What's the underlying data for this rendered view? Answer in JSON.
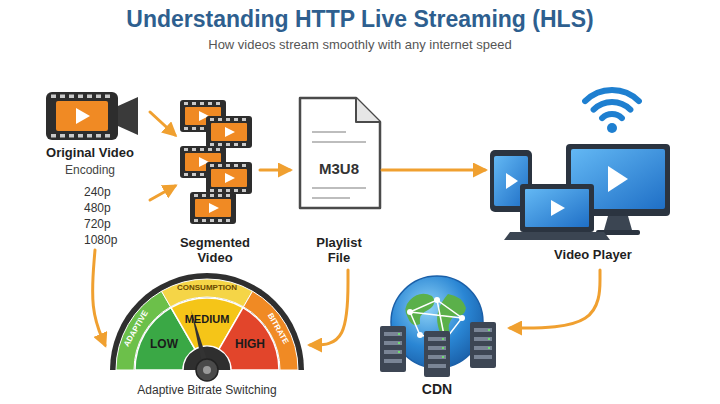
{
  "diagram": {
    "title": "Understanding HTTP Live Streaming (HLS)",
    "nodes": [
      {
        "text": [
          "Original Video",
          "Encoding",
          "240p",
          "480p",
          "720p",
          "1080p"
        ]
      },
      {
        "text": [
          "Segmented Video"
        ]
      },
      {
        "text": [
          "M3U8",
          "Playlist File"
        ]
      },
      {
        "text": [
          "Video Player"
        ]
      },
      {
        "text": [
          "ADAPTIVE",
          "CONSUMPTION",
          "BITRATE",
          "LOW",
          "MEDIUM",
          "HIGH",
          "Adaptive Bitrate Switching"
        ]
      },
      {
        "text": [
          "CDN"
        ]
      }
    ],
    "edges": [
      {
        "from": 0,
        "to": 1,
        "arrow": "to"
      },
      {
        "from": 0,
        "to": 1,
        "arrow": "to"
      },
      {
        "from": 1,
        "to": 2,
        "arrow": "to"
      },
      {
        "from": 2,
        "to": 3,
        "arrow": "to"
      },
      {
        "from": 0,
        "to": 4,
        "arrow": "to"
      },
      {
        "from": 2,
        "to": 4,
        "arrow": "to"
      },
      {
        "from": 3,
        "to": 5,
        "arrow": "to"
      }
    ],
    "labels": [
      "How videos stream smoothly with any internet speed"
    ]
  }
}
